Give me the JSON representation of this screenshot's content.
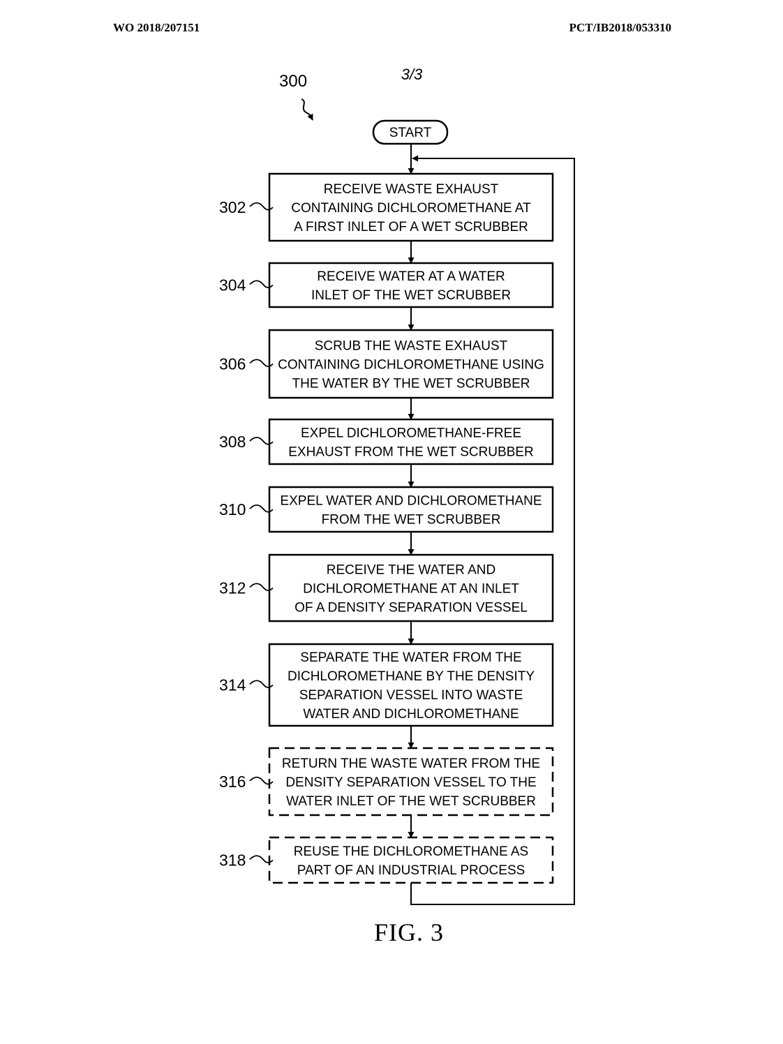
{
  "header": {
    "publication_number": "WO 2018/207151",
    "application_number": "PCT/IB2018/053310"
  },
  "sheet_label": "3/3",
  "figure_ref": "300",
  "figure_caption": "FIG. 3",
  "start_label": "START",
  "steps": [
    {
      "ref": "302",
      "lines": [
        "RECEIVE WASTE EXHAUST",
        "CONTAINING DICHLOROMETHANE AT",
        "A FIRST INLET OF A  WET SCRUBBER"
      ],
      "optional": false
    },
    {
      "ref": "304",
      "lines": [
        "RECEIVE WATER AT A WATER",
        "INLET OF THE WET SCRUBBER"
      ],
      "optional": false
    },
    {
      "ref": "306",
      "lines": [
        "SCRUB THE WASTE EXHAUST",
        "CONTAINING DICHLOROMETHANE USING",
        "THE WATER BY THE WET SCRUBBER"
      ],
      "optional": false
    },
    {
      "ref": "308",
      "lines": [
        "EXPEL DICHLOROMETHANE-FREE",
        "EXHAUST FROM THE WET SCRUBBER"
      ],
      "optional": false
    },
    {
      "ref": "310",
      "lines": [
        "EXPEL WATER AND DICHLOROMETHANE",
        "FROM THE WET SCRUBBER"
      ],
      "optional": false
    },
    {
      "ref": "312",
      "lines": [
        "RECEIVE THE WATER AND",
        "DICHLOROMETHANE AT AN INLET",
        "OF A DENSITY SEPARATION VESSEL"
      ],
      "optional": false
    },
    {
      "ref": "314",
      "lines": [
        "SEPARATE THE WATER FROM THE",
        "DICHLOROMETHANE BY THE DENSITY",
        "SEPARATION VESSEL INTO WASTE",
        "WATER AND DICHLOROMETHANE"
      ],
      "optional": false
    },
    {
      "ref": "316",
      "lines": [
        "RETURN THE WASTE WATER FROM THE",
        "DENSITY SEPARATION VESSEL TO THE",
        "WATER INLET OF THE WET SCRUBBER"
      ],
      "optional": true
    },
    {
      "ref": "318",
      "lines": [
        "REUSE THE DICHLOROMETHANE AS",
        "PART OF AN INDUSTRIAL PROCESS"
      ],
      "optional": true
    }
  ]
}
